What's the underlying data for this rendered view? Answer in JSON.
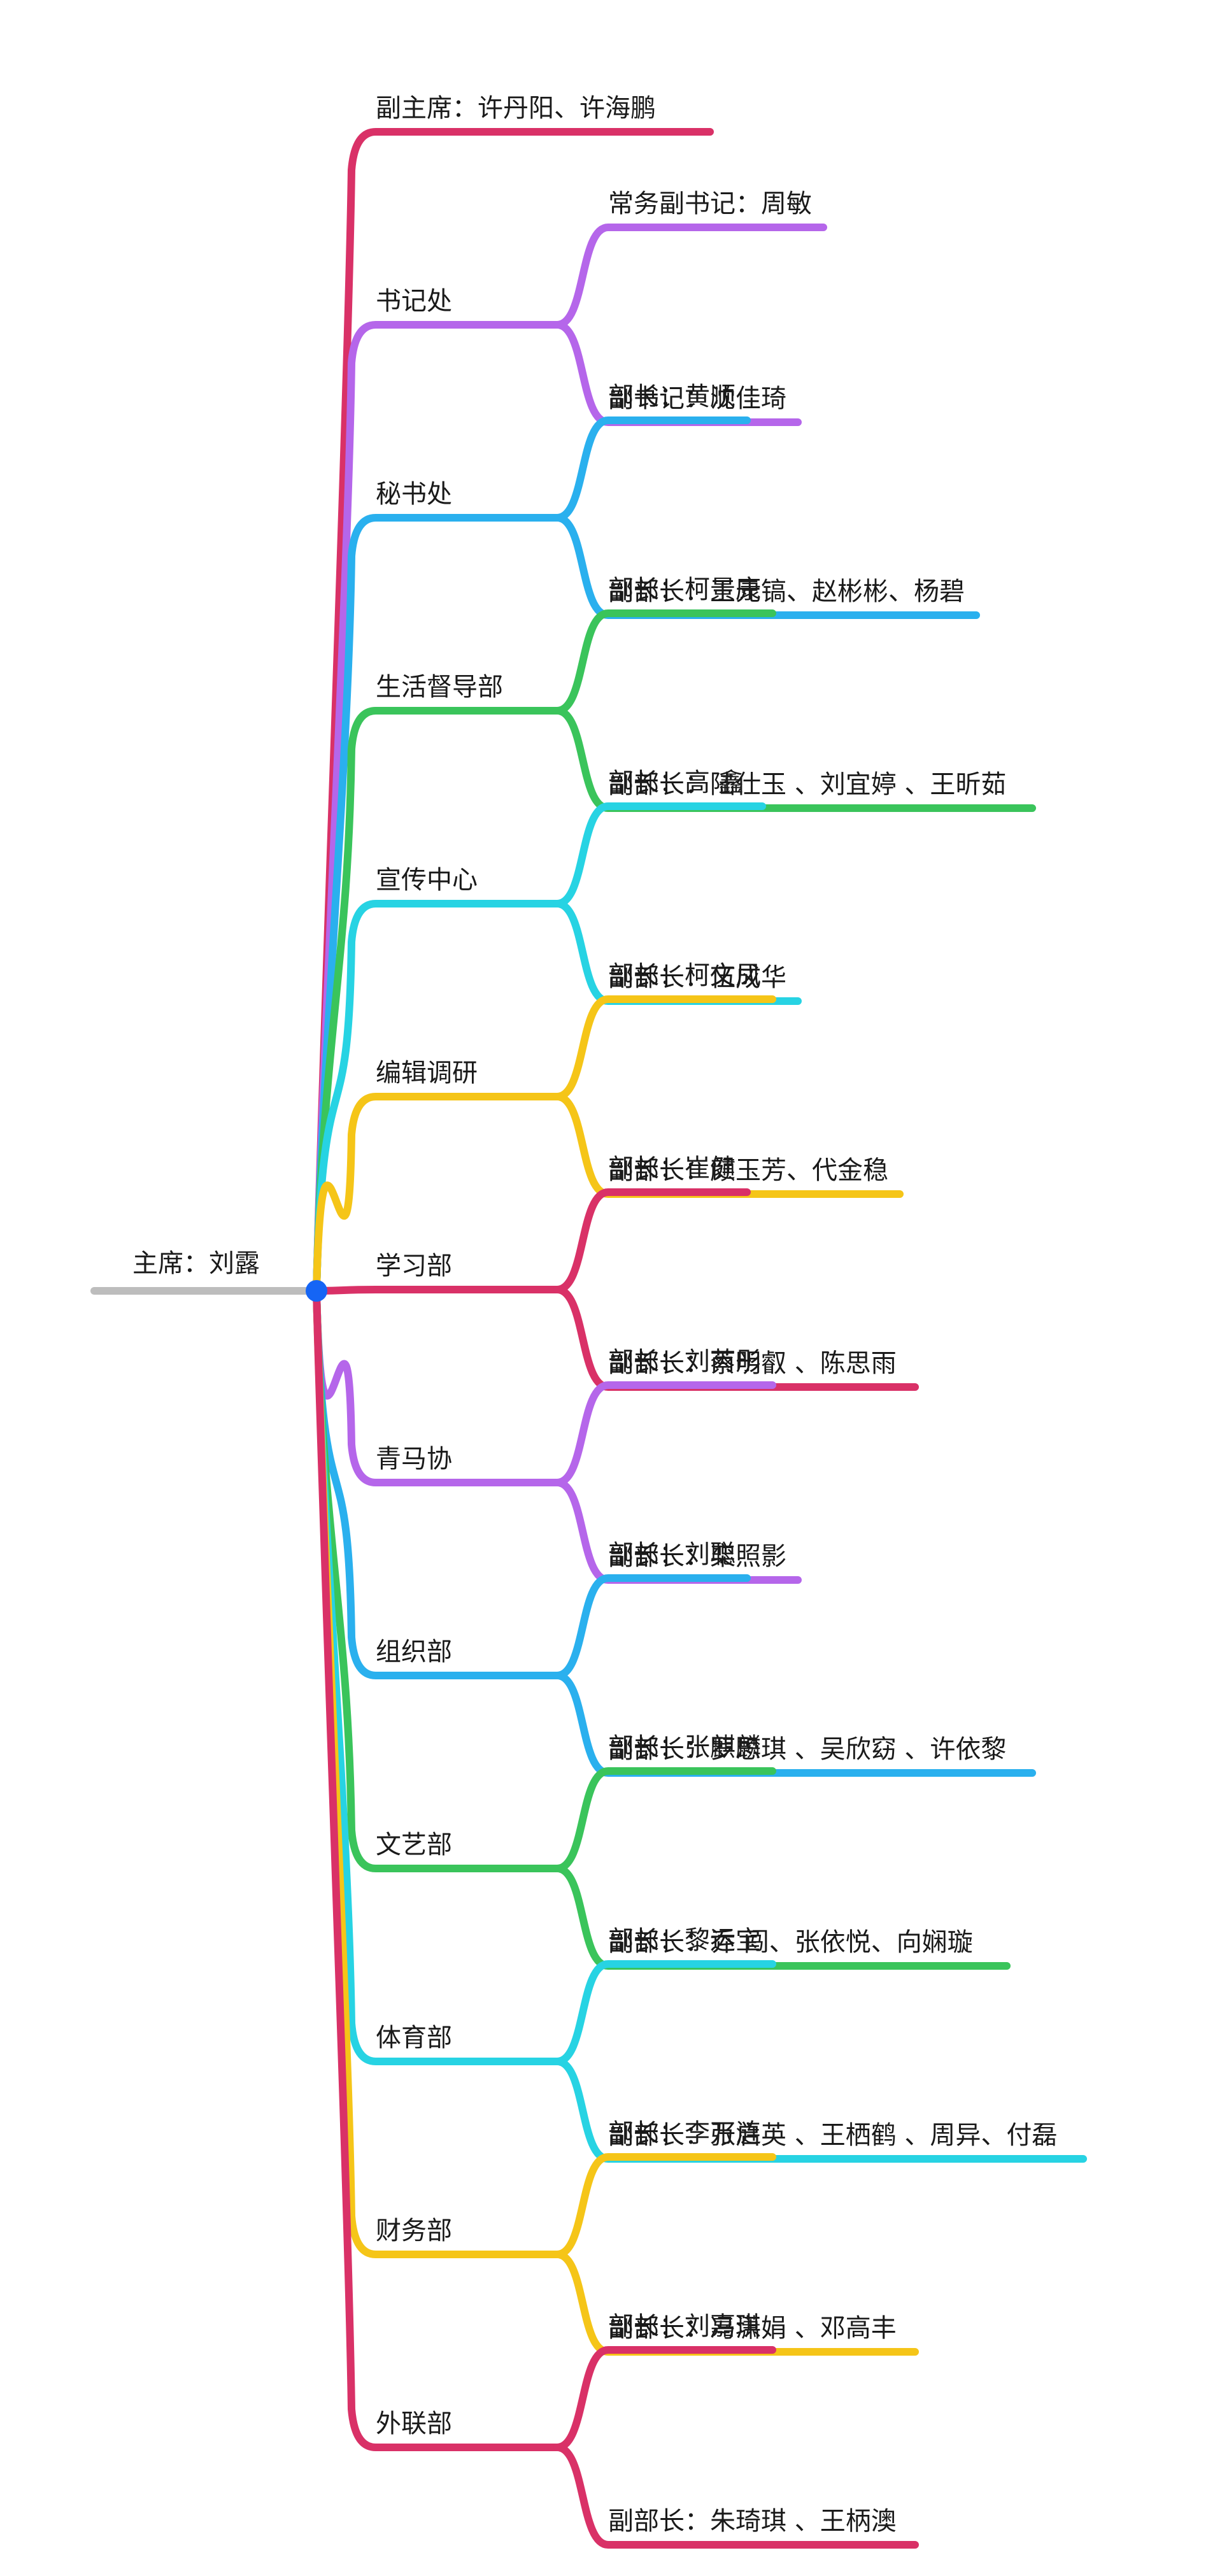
{
  "root": {
    "label": "主席：刘露",
    "line_color": "#bdbdbd",
    "dot_color": "#1565f5"
  },
  "branches": [
    {
      "label": "副主席：许丹阳、许海鹏",
      "color": "#d93167",
      "children": []
    },
    {
      "label": "书记处",
      "color": "#b566ea",
      "children": [
        "常务副书记：周敏",
        "副书记：沈佳琦"
      ]
    },
    {
      "label": "秘书处",
      "color": "#2ab0ee",
      "children": [
        "部长：黄顺",
        "副部长：王元镐、赵彬彬、杨碧"
      ]
    },
    {
      "label": "生活督导部",
      "color": "#3ac45b",
      "children": [
        "部长：柯景康",
        "副部长：陆仕玉 、刘宜婷 、王昕茹"
      ]
    },
    {
      "label": "宣传中心",
      "color": "#27d3e3",
      "children": [
        "部长：高 鑫",
        "副部长：伍成华"
      ]
    },
    {
      "label": "编辑调研",
      "color": "#f5c518",
      "children": [
        "部长：柯文凤",
        "副部长：颜玉芳、代金稳"
      ]
    },
    {
      "label": "学习部",
      "color": "#d93167",
      "children": [
        "部长：崔健",
        "副部长：蔡明叡 、陈思雨"
      ]
    },
    {
      "label": "青马协",
      "color": "#b566ea",
      "children": [
        "部长：刘芮彤",
        "副部长：栾照影"
      ]
    },
    {
      "label": "组织部",
      "color": "#2ab0ee",
      "children": [
        "部长：刘聪",
        "副部长：罗思琪 、吴欣窈 、许依黎"
      ]
    },
    {
      "label": "文艺部",
      "color": "#3ac45b",
      "children": [
        "部长：张麒麟",
        "副部长：乔  闯、张依悦、向娴璇"
      ]
    },
    {
      "label": "体育部",
      "color": "#27d3e3",
      "children": [
        "部长：黎运宝",
        "副部长：张启英 、王栖鹤 、周异、付磊"
      ]
    },
    {
      "label": "财务部",
      "color": "#f5c518",
      "children": [
        "部长：李万涟",
        "副部长：冯潇娟 、邓高丰"
      ]
    },
    {
      "label": "外联部",
      "color": "#d93167",
      "children": [
        "部长：刘嘉琪",
        "副部长：朱琦琪 、王柄澳"
      ]
    }
  ]
}
